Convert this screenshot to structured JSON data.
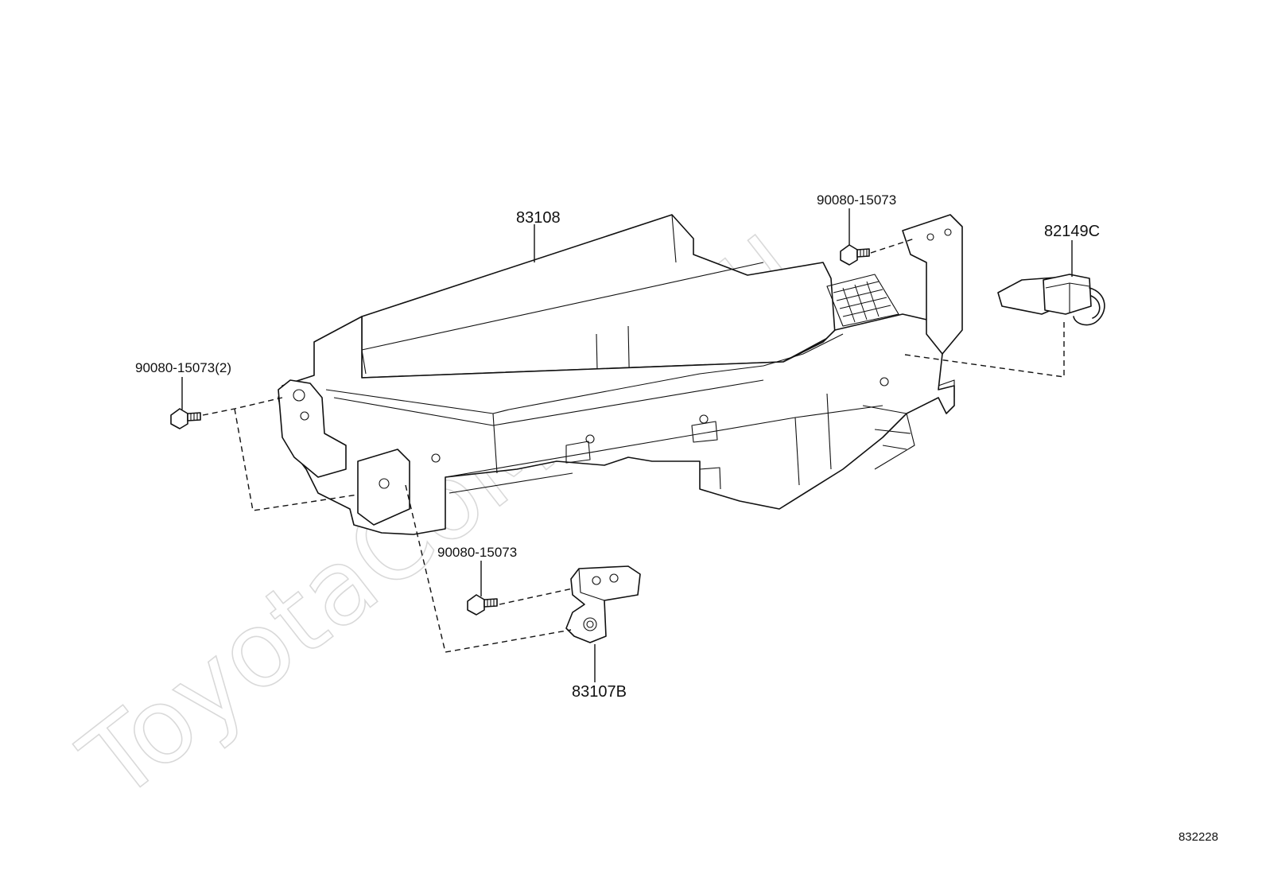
{
  "diagram": {
    "watermark": "ToyotaCoMine.ru",
    "code": "832228",
    "labels": {
      "main_unit": "83108",
      "bolt_top_right": "90080-15073",
      "bolt_left": "90080-15073(2)",
      "bolt_bottom": "90080-15073",
      "connector": "82149C",
      "bracket": "83107B"
    }
  }
}
